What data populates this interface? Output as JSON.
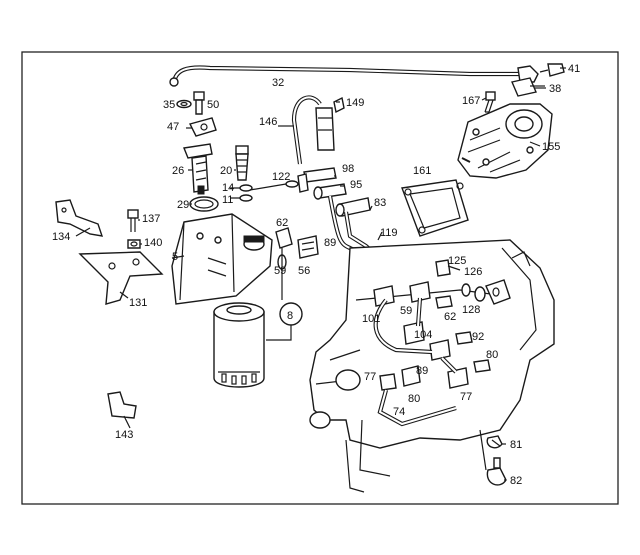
{
  "labels": {
    "l41": "41",
    "l38": "38",
    "l32": "32",
    "l167": "167",
    "l155": "155",
    "l35": "35",
    "l50": "50",
    "l149": "149",
    "l146": "146",
    "l47": "47",
    "l98": "98",
    "l161": "161",
    "l26": "26",
    "l20": "20",
    "l122": "122",
    "l95": "95",
    "l14": "14",
    "l11": "11",
    "l83": "83",
    "l29": "29",
    "l62a": "62",
    "l89a": "89",
    "l119": "119",
    "l137": "137",
    "l134": "134",
    "l140": "140",
    "l5": "5",
    "l125": "125",
    "l126": "126",
    "l59a": "59",
    "l56": "56",
    "l62b": "62",
    "l128": "128",
    "l131": "131",
    "l101": "101",
    "l59b": "59",
    "l8": "8",
    "l104": "104",
    "l92": "92",
    "l80a": "80",
    "l77a": "77",
    "l89b": "89",
    "l80b": "80",
    "l77b": "77",
    "l74": "74",
    "l143": "143",
    "l81": "81",
    "l82": "82"
  },
  "palette": {
    "ink": "#1a1a1a",
    "paper": "#ffffff"
  }
}
